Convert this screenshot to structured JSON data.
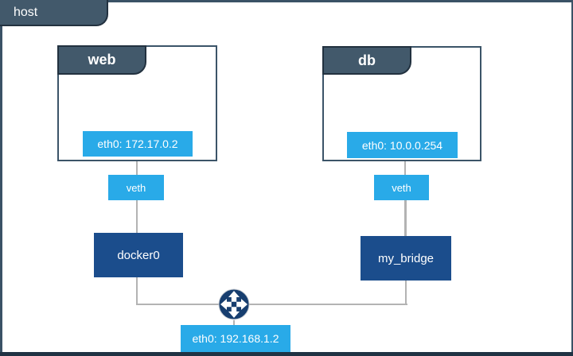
{
  "host": {
    "label": "host",
    "interface_label": "eth0: 192.168.1.2"
  },
  "containers": [
    {
      "name": "web",
      "interface_label": "eth0: 172.17.0.2",
      "veth_label": "veth",
      "bridge_label": "docker0"
    },
    {
      "name": "db",
      "interface_label": "eth0: 10.0.0.254",
      "veth_label": "veth",
      "bridge_label": "my_bridge"
    }
  ],
  "icons": {
    "router": "router-crossed-arrows-icon"
  },
  "colors": {
    "slate_tab": "#42596b",
    "frame_border": "#3a5266",
    "bright_blue": "#29aae8",
    "navy": "#1b4d8c",
    "router_navy": "#173e6f",
    "line_gray": "#b3b3b3"
  }
}
